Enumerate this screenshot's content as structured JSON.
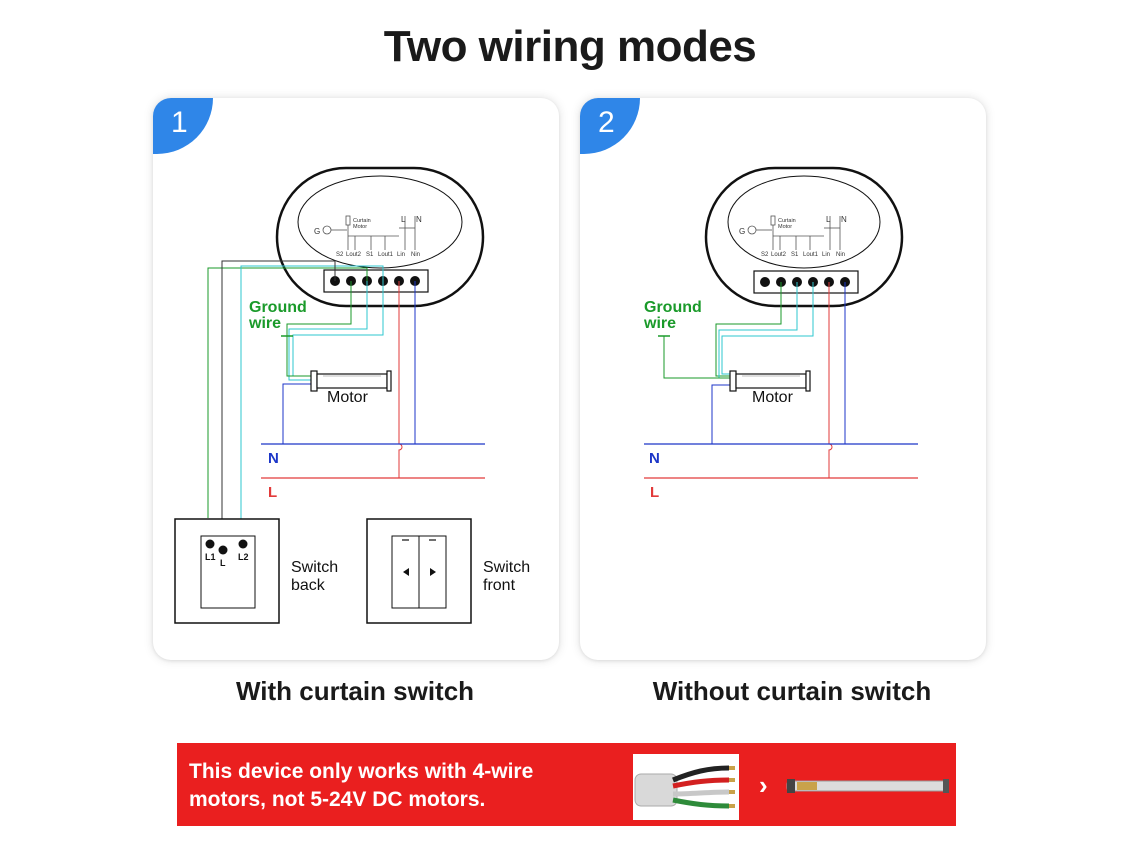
{
  "title": "Two wiring modes",
  "modes": [
    {
      "number": "1",
      "caption": "With curtain switch",
      "ground_label_line1": "Ground",
      "ground_label_line2": "wire",
      "motor_label": "Motor",
      "n_label": "N",
      "l_label": "L",
      "switch_back_line1": "Switch",
      "switch_back_line2": "back",
      "switch_front_line1": "Switch",
      "switch_front_line2": "front",
      "terminal_labels": {
        "l1": "L1",
        "l": "L",
        "l2": "L2"
      }
    },
    {
      "number": "2",
      "caption": "Without curtain switch",
      "ground_label_line1": "Ground",
      "ground_label_line2": "wire",
      "motor_label": "Motor",
      "n_label": "N",
      "l_label": "L"
    }
  ],
  "module": {
    "curtain_motor_line1": "Curtain",
    "curtain_motor_line2": "Motor",
    "g": "G",
    "l": "L",
    "n": "N",
    "terminals": [
      "S2",
      "Lout2",
      "S1",
      "Lout1",
      "Lin",
      "Nin"
    ]
  },
  "banner": {
    "line1": "This device only works with 4-wire",
    "line2": "motors, not 5-24V DC motors.",
    "arrow": "›"
  },
  "colors": {
    "accent_blue": "#2f86e8",
    "banner_red": "#ea1f1f",
    "ground_green": "#1a9a2a",
    "neutral_blue": "#1c36c8",
    "live_red": "#e23a3a",
    "wire_cyan": "#2ec7cf"
  }
}
